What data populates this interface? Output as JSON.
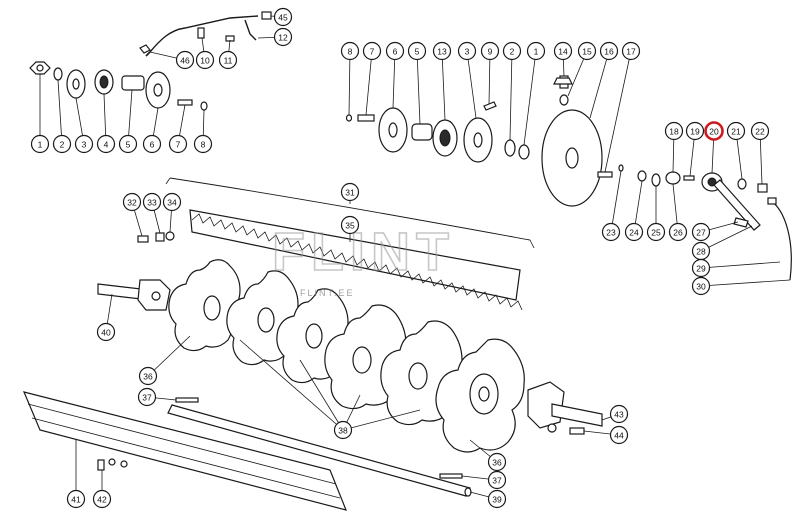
{
  "watermark": {
    "brand": "FLINT",
    "sub": "FLINT.EE"
  },
  "highlight_color": "#d0191e",
  "callouts": [
    {
      "label": "45"
    },
    {
      "label": "12"
    },
    {
      "label": "46"
    },
    {
      "label": "10"
    },
    {
      "label": "11"
    },
    {
      "label": "1"
    },
    {
      "label": "2"
    },
    {
      "label": "3"
    },
    {
      "label": "4"
    },
    {
      "label": "5"
    },
    {
      "label": "6"
    },
    {
      "label": "7"
    },
    {
      "label": "8"
    },
    {
      "label": "8"
    },
    {
      "label": "7"
    },
    {
      "label": "6"
    },
    {
      "label": "5"
    },
    {
      "label": "13"
    },
    {
      "label": "3"
    },
    {
      "label": "9"
    },
    {
      "label": "2"
    },
    {
      "label": "1"
    },
    {
      "label": "14"
    },
    {
      "label": "15"
    },
    {
      "label": "16"
    },
    {
      "label": "17"
    },
    {
      "label": "18"
    },
    {
      "label": "19"
    },
    {
      "label": "20",
      "highlighted": true
    },
    {
      "label": "21"
    },
    {
      "label": "22"
    },
    {
      "label": "23"
    },
    {
      "label": "24"
    },
    {
      "label": "25"
    },
    {
      "label": "26"
    },
    {
      "label": "27"
    },
    {
      "label": "28"
    },
    {
      "label": "29"
    },
    {
      "label": "30"
    },
    {
      "label": "31"
    },
    {
      "label": "32"
    },
    {
      "label": "33"
    },
    {
      "label": "34"
    },
    {
      "label": "35"
    },
    {
      "label": "40"
    },
    {
      "label": "36"
    },
    {
      "label": "37"
    },
    {
      "label": "38"
    },
    {
      "label": "36"
    },
    {
      "label": "43"
    },
    {
      "label": "44"
    },
    {
      "label": "37"
    },
    {
      "label": "39"
    },
    {
      "label": "41"
    },
    {
      "label": "42"
    }
  ]
}
